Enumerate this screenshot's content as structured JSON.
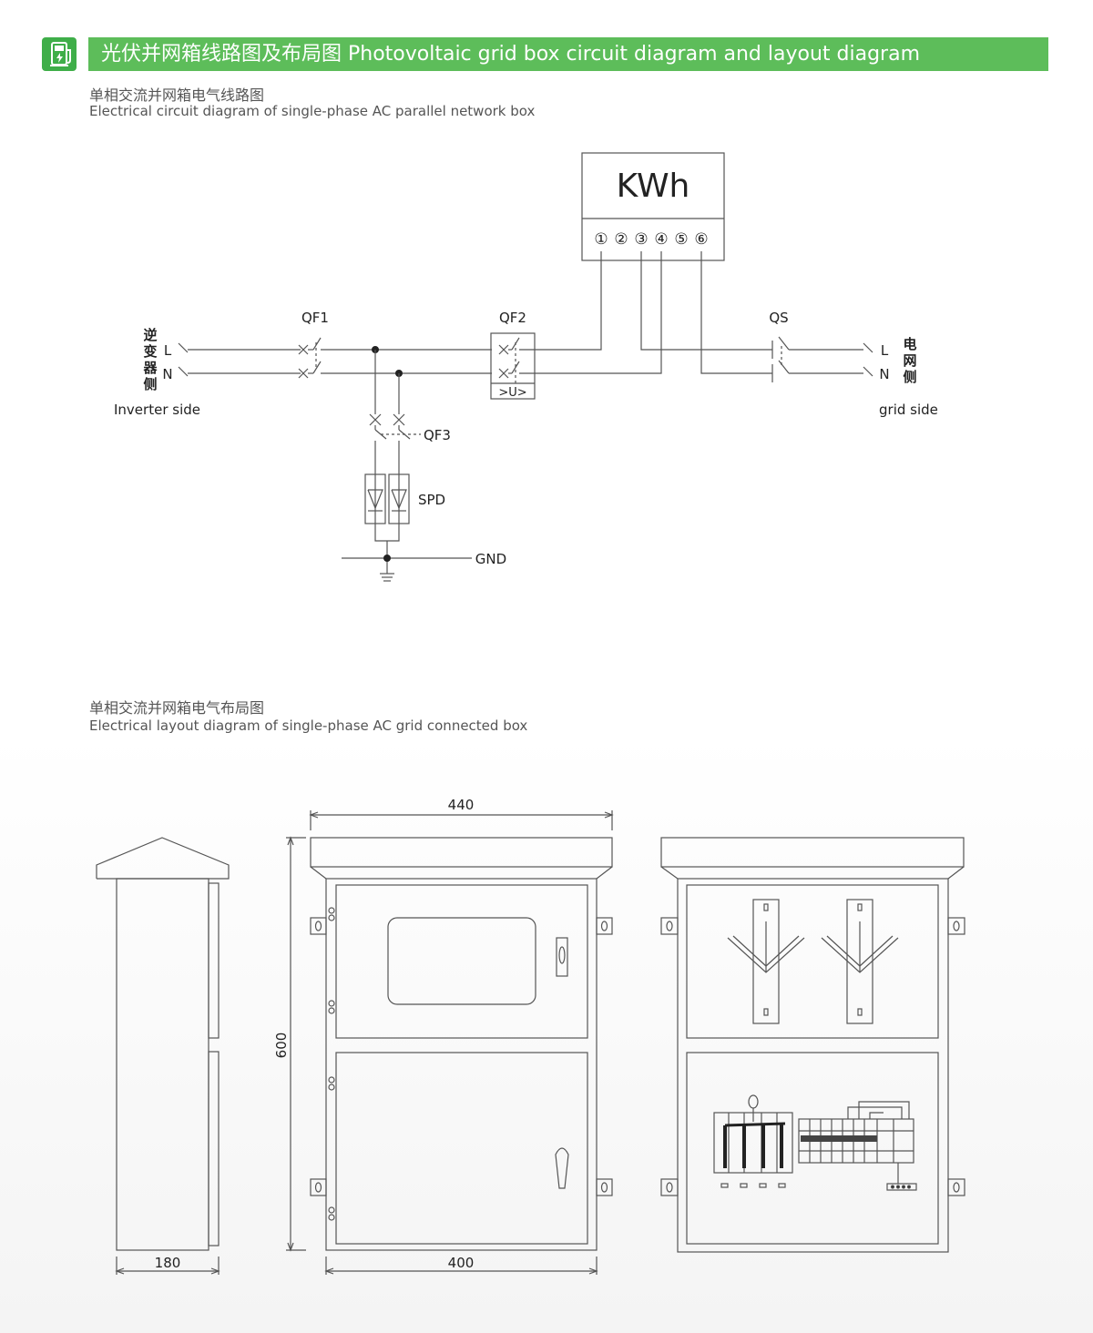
{
  "header": {
    "title": "光伏并网箱线路图及布局图 Photovoltaic grid box circuit diagram and layout diagram"
  },
  "circuit_section": {
    "title_cn": "单相交流并网箱电气线路图",
    "title_en": "Electrical circuit diagram of single-phase AC parallel network box"
  },
  "layout_section": {
    "title_cn": "单相交流并网箱电气布局图",
    "title_en": "Electrical layout diagram of single-phase AC grid connected box"
  },
  "circuit": {
    "meter_label": "KWh",
    "terminals": [
      "①",
      "②",
      "③",
      "④",
      "⑤",
      "⑥"
    ],
    "qf1": "QF1",
    "qf2": "QF2",
    "qf3": "QF3",
    "qs": "QS",
    "spd": "SPD",
    "gnd": "GND",
    "u_label": ">U>",
    "line_l": "L",
    "line_n": "N",
    "inverter_cn": [
      "逆",
      "变",
      "器",
      "侧"
    ],
    "inverter_en": "Inverter side",
    "grid_cn": [
      "电",
      "网",
      "侧"
    ],
    "grid_en": "grid side"
  },
  "dimensions": {
    "width_top": "440",
    "height": "600",
    "depth": "180",
    "width_bottom": "400"
  },
  "colors": {
    "header_green": "#5dbd5a",
    "icon_green": "#3fae49"
  }
}
